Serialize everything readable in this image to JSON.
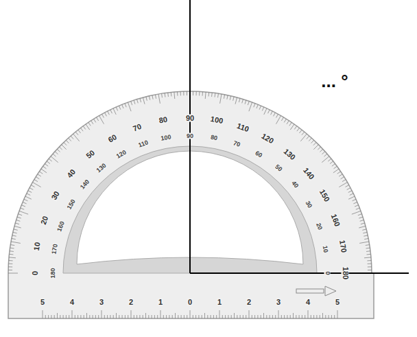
{
  "diagram": {
    "labels": [
      "0",
      "10",
      "20",
      "30",
      "40",
      "50",
      "60",
      "70",
      "80",
      "90",
      "100",
      "110",
      "120",
      "130",
      "140",
      "150",
      "160",
      "170",
      "180",
      "180",
      "170",
      "160",
      "150",
      "140",
      "130",
      "120",
      "110",
      "100",
      "90",
      "80",
      "70",
      "60",
      "50",
      "40",
      "30",
      "20",
      "10",
      "0",
      "5",
      "4",
      "3",
      "2",
      "1",
      "0",
      "1",
      "2",
      "3",
      "4",
      "5",
      "... °"
    ]
  }
}
